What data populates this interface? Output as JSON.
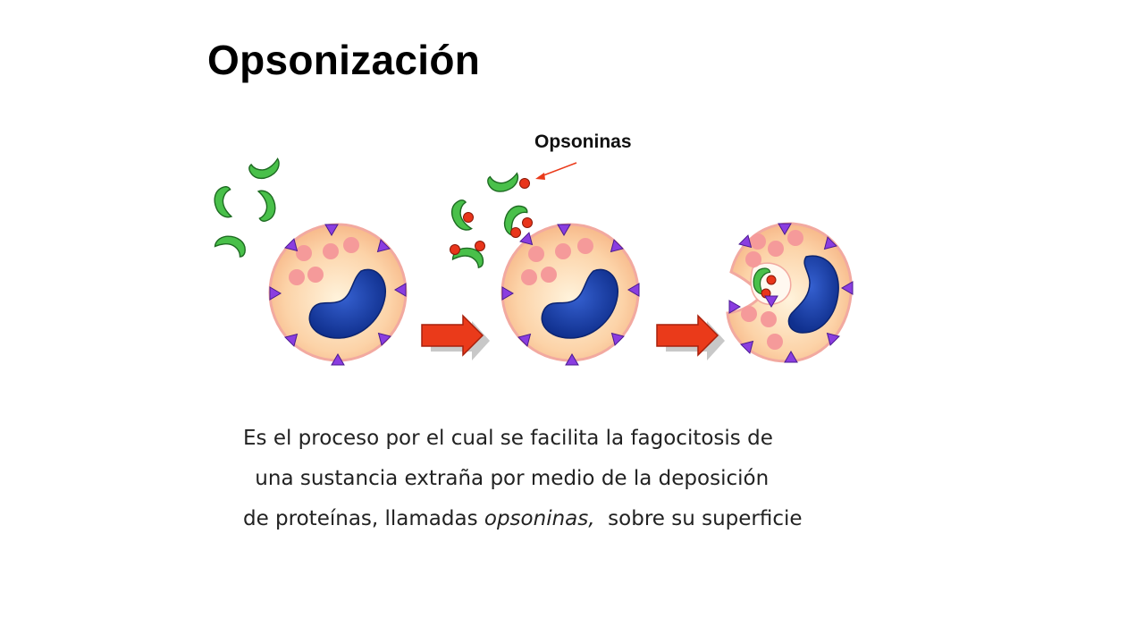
{
  "slide": {
    "title": "Opsonización",
    "diagram_label": "Opsoninas",
    "description": {
      "line_1": "Es el proceso por el cual se facilita la fagocitosis de",
      "line_2": " una sustancia extraña por medio de la deposición",
      "line_3_before": "de proteínas, llamadas ",
      "line_3_emphasis": "opsoninas,",
      "line_3_after": "  sobre su superficie"
    }
  },
  "colors": {
    "cell_cytoplasm": "#fcd3a8",
    "cell_outline": "#f2a9a0",
    "nucleus": "#1a3fa3",
    "granule": "#f59a9a",
    "receptor": "#8a3de0",
    "bacterium": "#49c04a",
    "opsonin": "#e8351b",
    "arrow": "#ea3a1a"
  },
  "stages": [
    "bacteria-approach",
    "opsonization",
    "phagocytosis"
  ]
}
